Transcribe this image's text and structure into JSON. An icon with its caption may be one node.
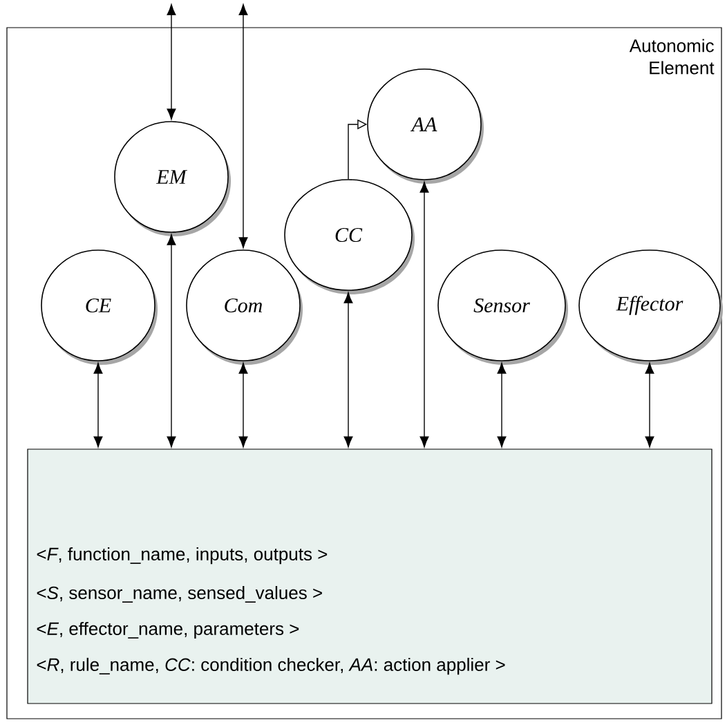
{
  "diagram": {
    "nodes": [
      {
        "text": [
          "Autonomic Element"
        ]
      },
      {
        "text": [
          "AA"
        ],
        "in": 0
      },
      {
        "text": [
          "EM"
        ],
        "in": 0
      },
      {
        "text": [
          "CC"
        ],
        "in": 0
      },
      {
        "text": [
          "CE"
        ],
        "in": 0
      },
      {
        "text": [
          "Com"
        ],
        "in": 0
      },
      {
        "text": [
          "Sensor"
        ],
        "in": 0
      },
      {
        "text": [
          "Effector"
        ],
        "in": 0
      },
      {
        "text": [
          "<*F*, function_name, inputs, outputs >",
          "<*S*, sensor_name, sensed_values >",
          "<*E*, effector_name, parameters >",
          "<*R*, rule_name, *CC*: condition checker, *AA*: action applier >"
        ],
        "in": 0
      }
    ],
    "edges": [
      {
        "from": null,
        "to": 2,
        "arrow": "both"
      },
      {
        "from": null,
        "to": 5,
        "arrow": "both"
      },
      {
        "from": 3,
        "to": 1,
        "arrow": "to"
      },
      {
        "from": 8,
        "to": 4,
        "arrow": "both"
      },
      {
        "from": 8,
        "to": 2,
        "arrow": "both"
      },
      {
        "from": 8,
        "to": 5,
        "arrow": "both"
      },
      {
        "from": 8,
        "to": 3,
        "arrow": "both"
      },
      {
        "from": 8,
        "to": 1,
        "arrow": "both"
      },
      {
        "from": 8,
        "to": 6,
        "arrow": "both"
      },
      {
        "from": 8,
        "to": 7,
        "arrow": "both"
      }
    ]
  }
}
